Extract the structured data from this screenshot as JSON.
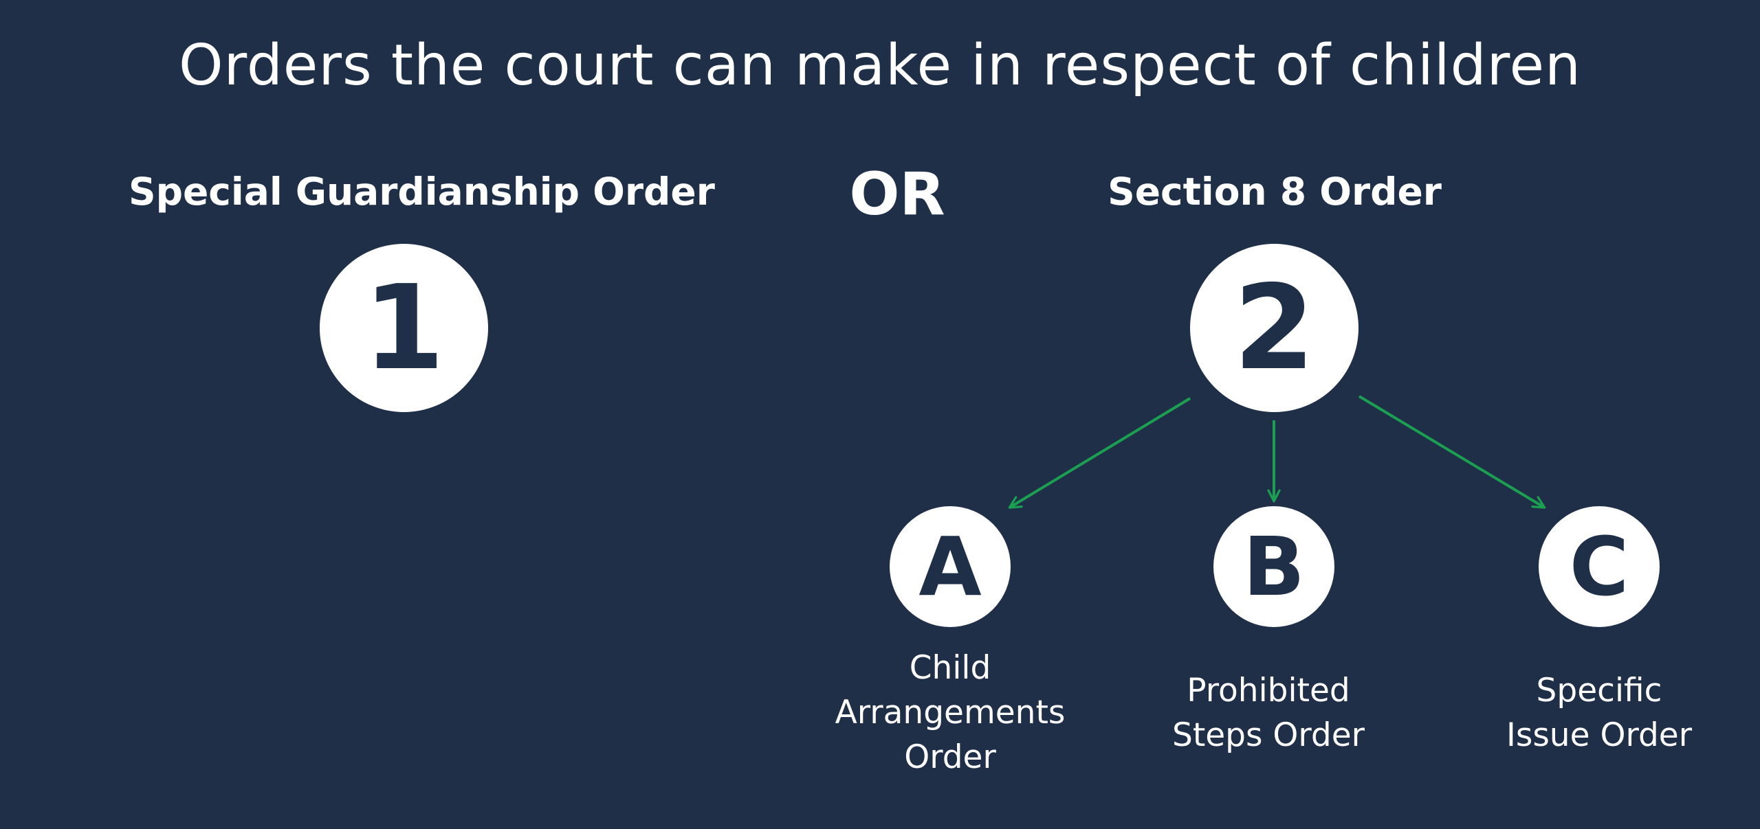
{
  "colors": {
    "background": "#1f2f48",
    "circle_fill": "#ffffff",
    "circle_text": "#1f2f48",
    "arrow": "#1aa050"
  },
  "title": "Orders the court can make in respect of children",
  "option_1": {
    "heading": "Special Guardianship Order",
    "number": "1"
  },
  "separator": "OR",
  "option_2": {
    "heading": "Section 8 Order",
    "number": "2",
    "sub_orders": [
      {
        "letter": "A",
        "label_lines": [
          "Child",
          "Arrangements",
          "Order"
        ]
      },
      {
        "letter": "B",
        "label_lines": [
          "Prohibited",
          "Steps Order"
        ]
      },
      {
        "letter": "C",
        "label_lines": [
          "Specific",
          "Issue Order"
        ]
      }
    ]
  }
}
